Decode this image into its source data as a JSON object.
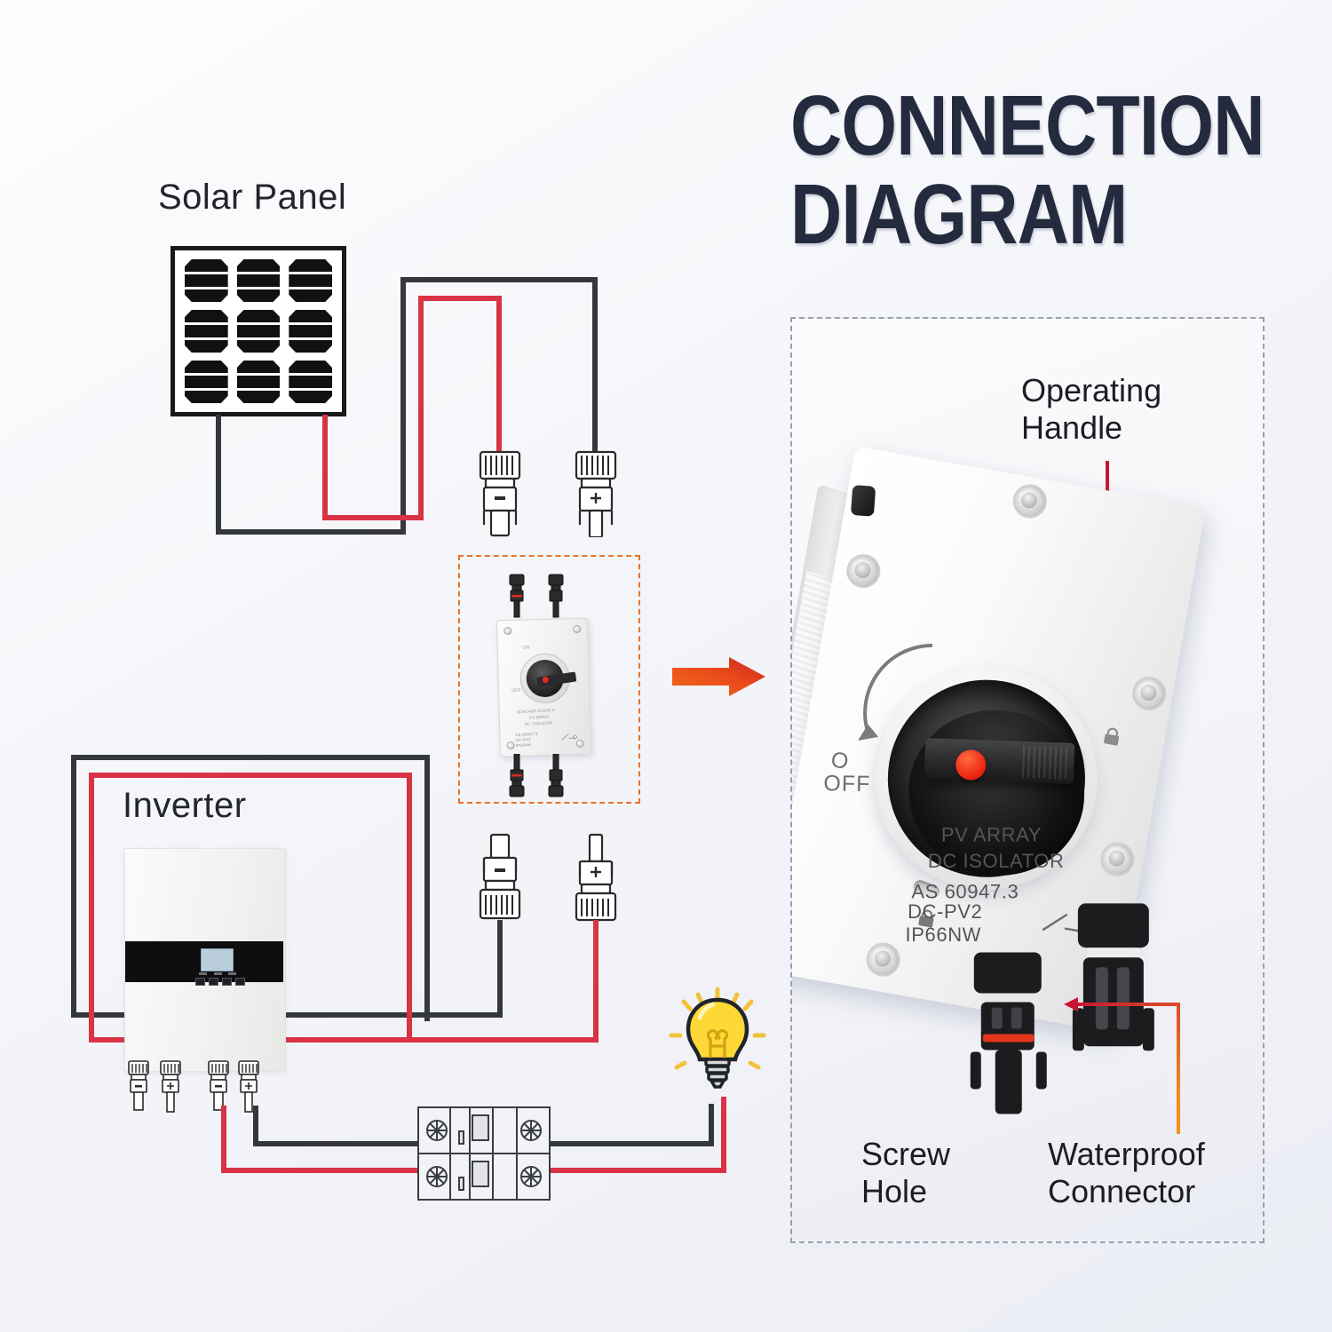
{
  "title": {
    "line1": "CONNECTION",
    "line2": "DIAGRAM",
    "color": "#252b3f"
  },
  "schematic": {
    "solar_panel_label": "Solar Panel",
    "inverter_label": "Inverter",
    "solar_panel": {
      "rows": 3,
      "cols": 3,
      "cell_count": 9
    },
    "isolator": {
      "model": "QDSC40R-R132R-4",
      "line2": "PV ARRAY",
      "line3": "DC ISOLATOR",
      "line4": "AS 60947.3",
      "line5": "DC-PV2",
      "line6": "IP66NW",
      "on_mark": "ON",
      "off_mark": "OFF"
    },
    "breaker": {
      "poles": 2
    },
    "bulb": {
      "state": "on"
    },
    "wire_colors": {
      "positive": "#d93345",
      "negative": "#34373c"
    }
  },
  "photo": {
    "callouts": [
      {
        "id": "operating-handle",
        "line1": "Operating",
        "line2": "Handle"
      },
      {
        "id": "screw-hole",
        "line1": "Screw",
        "line2": "Hole"
      },
      {
        "id": "waterproof-connector",
        "line1": "Waterproof",
        "line2": "Connector"
      }
    ],
    "device_markings": {
      "line1": "PV ARRAY",
      "line2": "DC ISOLATOR",
      "line3": "AS 60947.3",
      "line4": "DC-PV2",
      "line5": "IP66NW",
      "position_o": "O",
      "position_off": "OFF"
    },
    "accent_color": "#ea5a1e",
    "leader_color_start": "#f07a1e",
    "leader_color_end": "#c81432"
  }
}
